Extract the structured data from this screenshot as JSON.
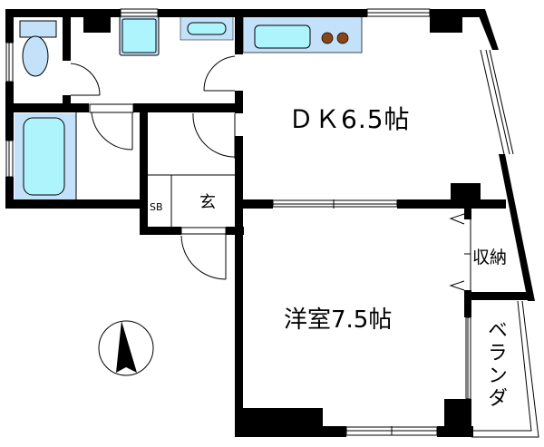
{
  "floor_plan": {
    "rooms": {
      "dk": {
        "label": "ＤＫ6.5帖",
        "type": "dining-kitchen",
        "size_jo": 6.5
      },
      "western_room": {
        "label": "洋室7.5帖",
        "type": "western-style-room",
        "size_jo": 7.5
      },
      "storage": {
        "label": "収納",
        "type": "closet"
      },
      "entrance": {
        "label": "玄",
        "type": "entrance"
      },
      "shoe_box": {
        "label": "SB",
        "type": "shoe-box"
      },
      "veranda": {
        "label": "ベランダ",
        "type": "balcony"
      },
      "toilet": {
        "type": "toilet"
      },
      "bathroom": {
        "type": "bath"
      },
      "washroom": {
        "type": "washroom"
      }
    },
    "compass": {
      "direction": "north",
      "icon": "north-arrow-icon"
    },
    "colors": {
      "wall": "#000000",
      "fixture_fill": "#c4e1fa",
      "basin_fill": "#aef4fd",
      "stove_burner": "#8b4513"
    }
  }
}
